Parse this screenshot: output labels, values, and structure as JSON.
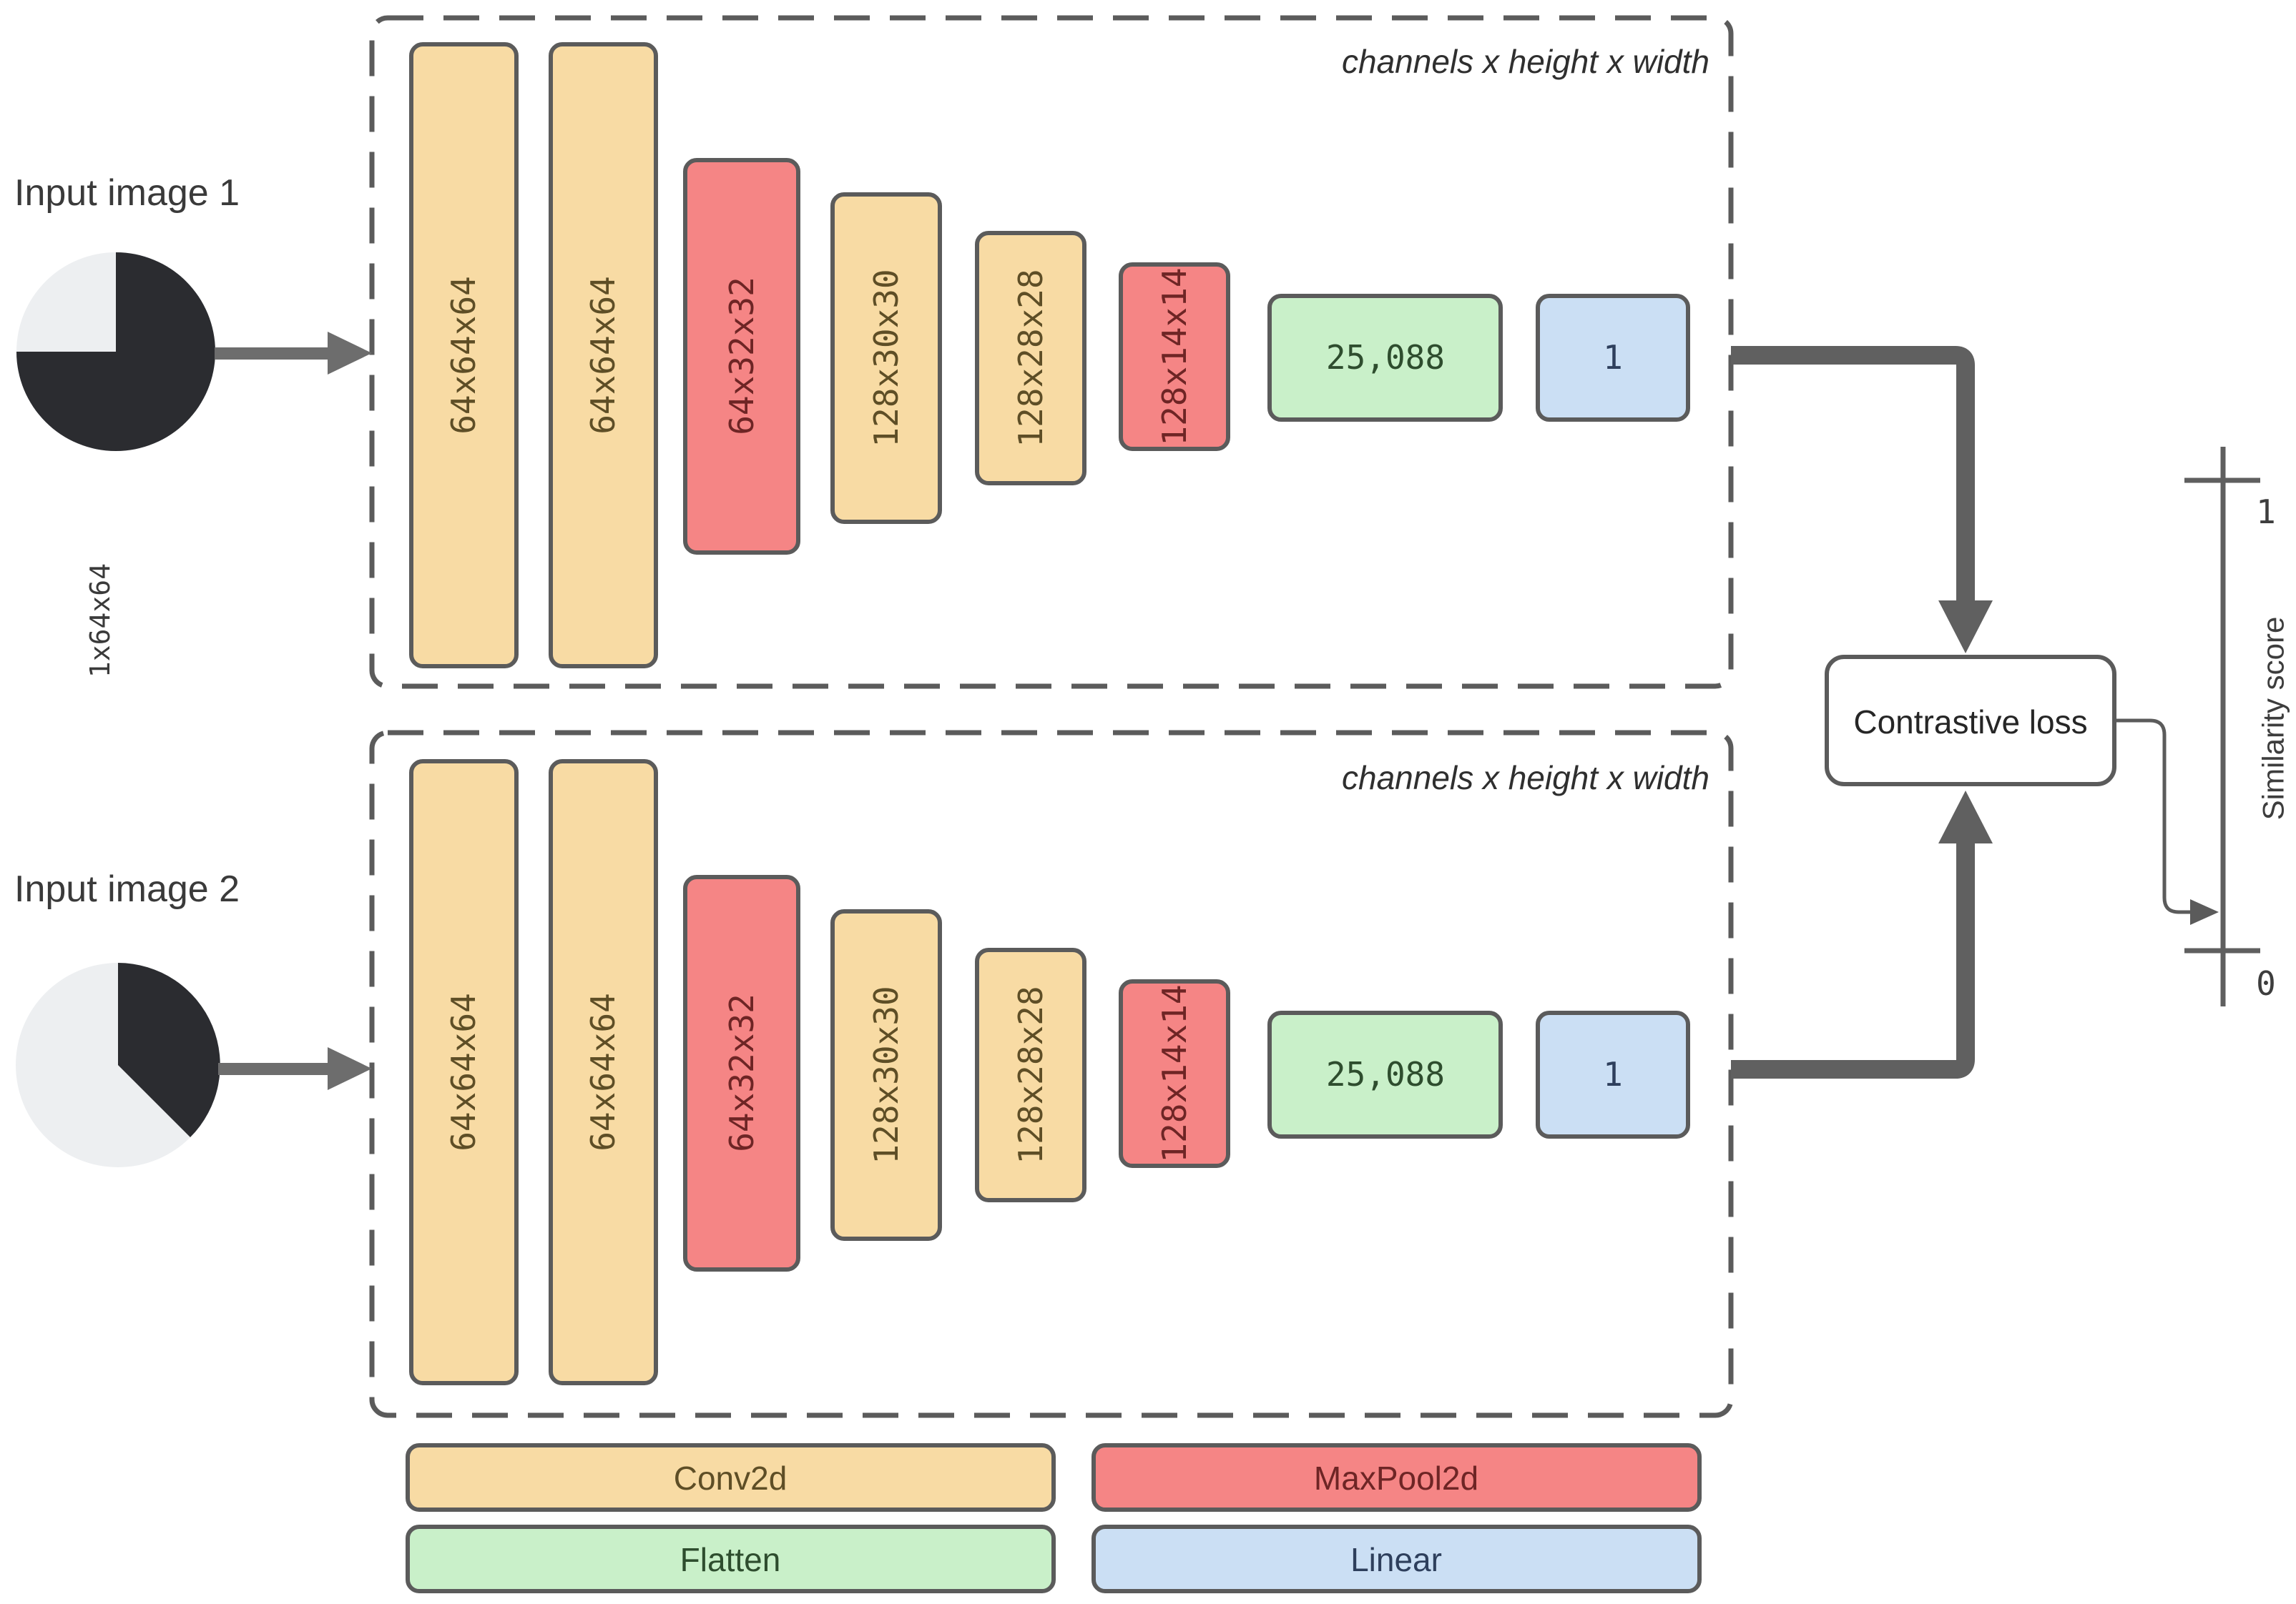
{
  "diagram": {
    "inputs": [
      {
        "label": "Input image 1"
      },
      {
        "label": "Input image 2"
      }
    ],
    "input_dims": "1x64x64",
    "branch_caption": "channels x height x width",
    "blocks": [
      {
        "label": "64x64x64",
        "type": "Conv2d"
      },
      {
        "label": "64x64x64",
        "type": "Conv2d"
      },
      {
        "label": "64x32x32",
        "type": "MaxPool2d"
      },
      {
        "label": "128x30x30",
        "type": "Conv2d"
      },
      {
        "label": "128x28x28",
        "type": "Conv2d"
      },
      {
        "label": "128x14x14",
        "type": "MaxPool2d"
      },
      {
        "label": "25,088",
        "type": "Flatten"
      },
      {
        "label": "1",
        "type": "Linear"
      }
    ],
    "loss": {
      "label": "Contrastive loss"
    },
    "similarity_scale": {
      "max": "1",
      "min": "0",
      "axis_label": "Similarity score"
    },
    "legend": [
      {
        "label": "Conv2d",
        "color": "#F8DBA4"
      },
      {
        "label": "MaxPool2d",
        "color": "#F58585"
      },
      {
        "label": "Flatten",
        "color": "#C9F0C9"
      },
      {
        "label": "Linear",
        "color": "#CBDFF4"
      }
    ],
    "colors": {
      "conv2d": "#F8DBA4",
      "maxpool2d": "#F58585",
      "flatten": "#C9F0C9",
      "linear": "#CBDFF4",
      "border": "#5b5b5b",
      "arrow": "#6d6d6d",
      "pie_dark": "#2b2c30",
      "pie_light": "#edeff1"
    }
  }
}
